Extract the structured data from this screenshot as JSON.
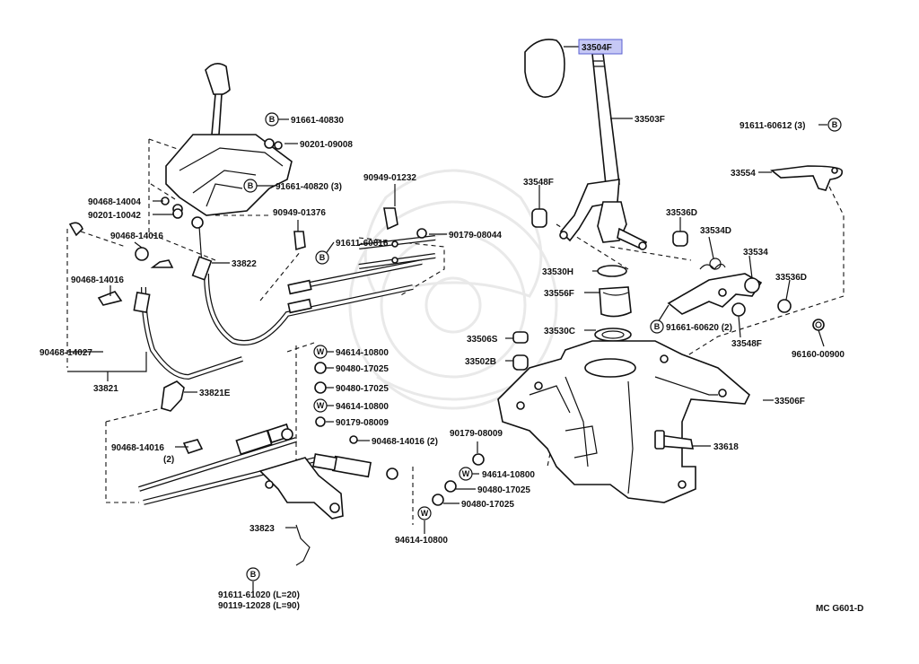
{
  "diagram": {
    "code": "MC G601-D",
    "highlighted_part": "33504F",
    "highlight_color": "#c6c8f5",
    "labels": [
      {
        "id": "33504F",
        "text": "33504F"
      },
      {
        "id": "33503F",
        "text": "33503F"
      },
      {
        "id": "33548F_top",
        "text": "33548F"
      },
      {
        "id": "33554",
        "text": "33554"
      },
      {
        "id": "91611-60612",
        "text": "91611-60612 (3)"
      },
      {
        "id": "33536D_top",
        "text": "33536D"
      },
      {
        "id": "33534D",
        "text": "33534D"
      },
      {
        "id": "33534",
        "text": "33534"
      },
      {
        "id": "33536D_right",
        "text": "33536D"
      },
      {
        "id": "33530H",
        "text": "33530H"
      },
      {
        "id": "33556F",
        "text": "33556F"
      },
      {
        "id": "33530C",
        "text": "33530C"
      },
      {
        "id": "91661-60620",
        "text": "91661-60620 (2)"
      },
      {
        "id": "33548F_right",
        "text": "33548F"
      },
      {
        "id": "96160-00900",
        "text": "96160-00900"
      },
      {
        "id": "33506S",
        "text": "33506S"
      },
      {
        "id": "33502B",
        "text": "33502B"
      },
      {
        "id": "33506F",
        "text": "33506F"
      },
      {
        "id": "33618",
        "text": "33618"
      },
      {
        "id": "91661-40830",
        "text": "91661-40830"
      },
      {
        "id": "90201-09008",
        "text": "90201-09008"
      },
      {
        "id": "91661-40820",
        "text": "91661-40820 (3)"
      },
      {
        "id": "90468-14004",
        "text": "90468-14004"
      },
      {
        "id": "90201-10042",
        "text": "90201-10042"
      },
      {
        "id": "90949-01232",
        "text": "90949-01232"
      },
      {
        "id": "90949-01376",
        "text": "90949-01376"
      },
      {
        "id": "90179-08044",
        "text": "90179-08044"
      },
      {
        "id": "90468-14016_a",
        "text": "90468-14016"
      },
      {
        "id": "91611-60816",
        "text": "91611-60816"
      },
      {
        "id": "33822",
        "text": "33822"
      },
      {
        "id": "90468-14016_b",
        "text": "90468-14016"
      },
      {
        "id": "90468-14027",
        "text": "90468-14027"
      },
      {
        "id": "33821",
        "text": "33821"
      },
      {
        "id": "33821E",
        "text": "33821E"
      },
      {
        "id": "94614-10800_a",
        "text": "94614-10800"
      },
      {
        "id": "90480-17025_a",
        "text": "90480-17025"
      },
      {
        "id": "90480-17025_b",
        "text": "90480-17025"
      },
      {
        "id": "94614-10800_b",
        "text": "94614-10800"
      },
      {
        "id": "90179-08009_a",
        "text": "90179-08009"
      },
      {
        "id": "90468-14016_c",
        "text": "90468-14016"
      },
      {
        "id": "90468-14016_c2",
        "text": "(2)"
      },
      {
        "id": "90468-14016_d",
        "text": "90468-14016 (2)"
      },
      {
        "id": "90179-08009_b",
        "text": "90179-08009"
      },
      {
        "id": "94614-10800_c",
        "text": "94614-10800"
      },
      {
        "id": "90480-17025_c",
        "text": "90480-17025"
      },
      {
        "id": "90480-17025_d",
        "text": "90480-17025"
      },
      {
        "id": "94614-10800_d",
        "text": "94614-10800"
      },
      {
        "id": "33823",
        "text": "33823"
      },
      {
        "id": "91611-61020",
        "text": "91611-61020 (L=20)"
      },
      {
        "id": "90119-12028",
        "text": "90119-12028 (L=90)"
      }
    ],
    "markers": {
      "B": "B",
      "W": "W"
    }
  }
}
